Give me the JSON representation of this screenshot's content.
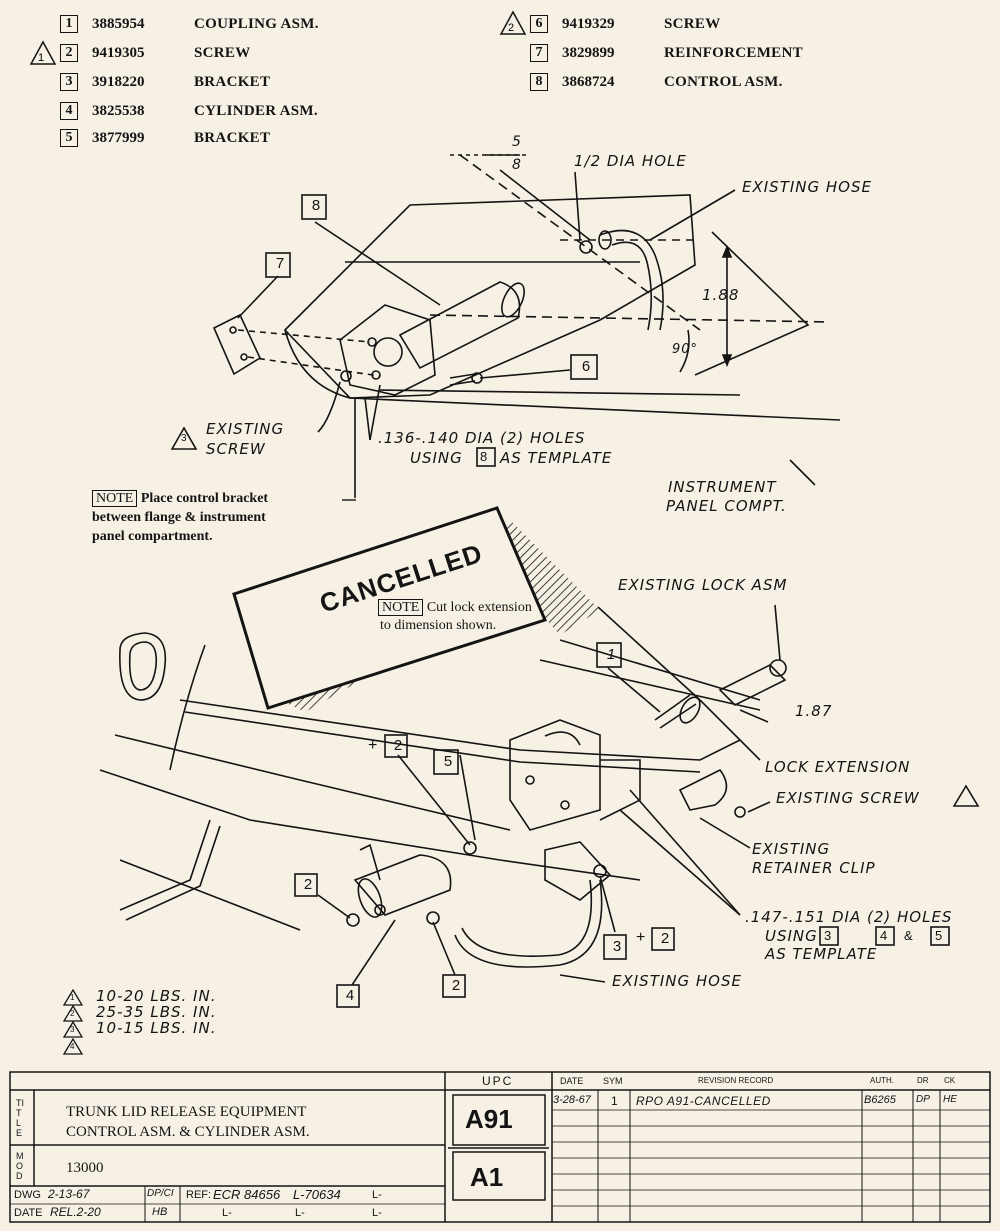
{
  "parts_list": [
    {
      "item": "1",
      "part_number": "3885954",
      "name": "COUPLING ASM.",
      "flag": ""
    },
    {
      "item": "2",
      "part_number": "9419305",
      "name": "SCREW",
      "flag": "1"
    },
    {
      "item": "3",
      "part_number": "3918220",
      "name": "BRACKET",
      "flag": ""
    },
    {
      "item": "4",
      "part_number": "3825538",
      "name": "CYLINDER ASM.",
      "flag": ""
    },
    {
      "item": "5",
      "part_number": "3877999",
      "name": "BRACKET",
      "flag": ""
    },
    {
      "item": "6",
      "part_number": "9419329",
      "name": "SCREW",
      "flag": "2"
    },
    {
      "item": "7",
      "part_number": "3829899",
      "name": "REINFORCEMENT",
      "flag": ""
    },
    {
      "item": "8",
      "part_number": "3868724",
      "name": "CONTROL ASM.",
      "flag": ""
    }
  ],
  "upper_view": {
    "dim_5_8_num": "5",
    "dim_5_8_den": "8",
    "half_dia_hole": "1/2 DIA HOLE",
    "existing_hose": "EXISTING HOSE",
    "dim_188": "1.88",
    "angle_90": "90°",
    "existing_screw_1": "EXISTING",
    "existing_screw_2": "SCREW",
    "existing_screw_flag": "3",
    "holes_136_line1": ".136-.140 DIA (2) HOLES",
    "holes_136_using": "USING",
    "holes_136_ref": "8",
    "holes_136_tail": "AS TEMPLATE",
    "instrument_panel_1": "INSTRUMENT",
    "instrument_panel_2": "PANEL COMPT.",
    "note_label": "NOTE",
    "note_text_1": "Place control bracket",
    "note_text_2": "between flange & instrument",
    "note_text_3": "panel compartment.",
    "callout_8": "8",
    "callout_7": "7",
    "callout_6": "6"
  },
  "lower_view": {
    "cancelled_stamp": "CANCELLED",
    "note_label": "NOTE",
    "cut_note_1": "Cut lock extension",
    "cut_note_2": "to dimension shown.",
    "existing_lock_asm": "EXISTING LOCK ASM",
    "dim_187": "1.87",
    "lock_extension": "LOCK EXTENSION",
    "existing_screw": "EXISTING SCREW",
    "existing_retainer_1": "EXISTING",
    "existing_retainer_2": "RETAINER CLIP",
    "holes_147_line1": ".147-.151 DIA (2) HOLES",
    "holes_147_using": "USING",
    "holes_147_r1": "3",
    "holes_147_r2": "4",
    "holes_147_and": "&",
    "holes_147_r3": "5",
    "holes_147_tail": "AS TEMPLATE",
    "existing_hose": "EXISTING HOSE",
    "callout_1": "1",
    "callout_5": "5",
    "callout_2a": "2",
    "callout_2b": "2",
    "callout_2c": "2",
    "callout_2d": "2",
    "callout_3": "3",
    "callout_4": "4",
    "plus": "+"
  },
  "torque_notes": [
    {
      "flag": "1",
      "text": "10-20 LBS. IN."
    },
    {
      "flag": "2",
      "text": "25-35 LBS. IN."
    },
    {
      "flag": "3",
      "text": "10-15 LBS. IN."
    },
    {
      "flag": "4",
      "text": ""
    }
  ],
  "title_block": {
    "title_side_label": "TITLE",
    "title_line1": "TRUNK LID RELEASE EQUIPMENT",
    "title_line2": "CONTROL ASM. & CYLINDER ASM.",
    "mod_side_label": "MOD",
    "mod_value": "13000",
    "upc_header": "UPC",
    "upc_code": "A91",
    "upc_sub": "A1",
    "dwg_date_label": "DWG",
    "dwg_date": "2-13-67",
    "dwg_initials": "DP/CI",
    "rel_date_label": "DATE",
    "rel_date": "REL.2-20",
    "rel_initials": "HB",
    "ref_label": "REF:",
    "ref_value": "ECR 84656",
    "l_value": "L-70634",
    "l_blank": "L-",
    "rev_headers": {
      "date": "DATE",
      "sym": "SYM",
      "record": "REVISION RECORD",
      "auth": "AUTH.",
      "dr": "DR",
      "ck": "CK"
    },
    "revisions": [
      {
        "date": "3-28-67",
        "sym": "1",
        "record": "RPO A91-CANCELLED",
        "auth": "B6265",
        "dr": "DP",
        "ck": "HE"
      }
    ]
  }
}
